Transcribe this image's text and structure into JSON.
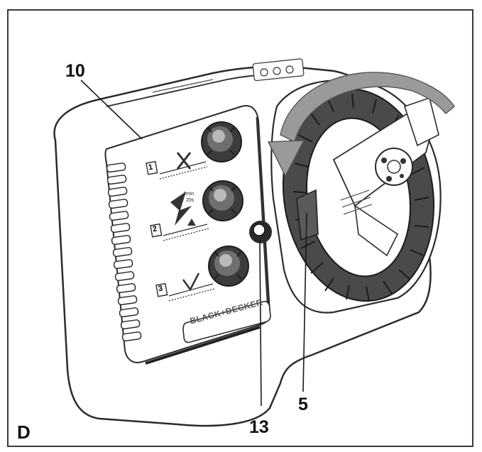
{
  "figure": {
    "panel_label": "D",
    "brand_text": "BLACK+DECKER",
    "callouts": [
      {
        "id": "10",
        "label": "10"
      },
      {
        "id": "13",
        "label": "13"
      },
      {
        "id": "5",
        "label": "5"
      }
    ],
    "mode_numbers": [
      "1",
      "2",
      "3"
    ],
    "mode2_small_text": [
      "1min",
      "20s"
    ]
  }
}
